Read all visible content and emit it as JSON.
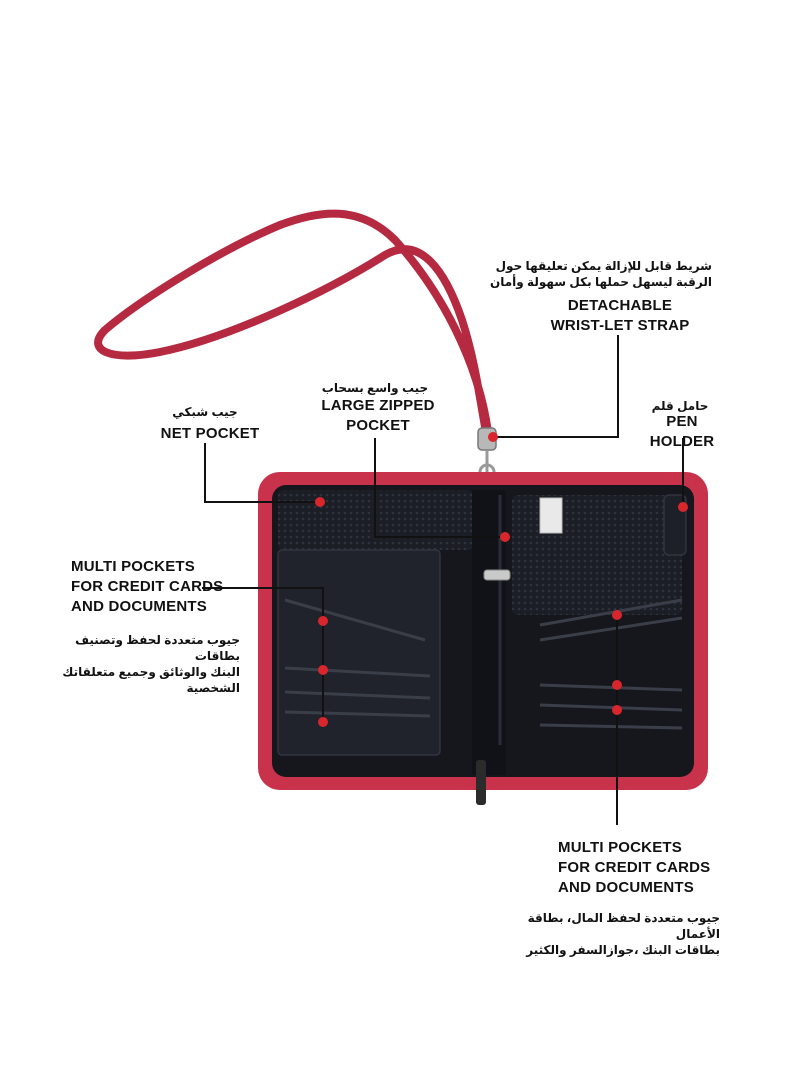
{
  "annotations": {
    "strap": {
      "arabic": "شريط قابل للإزالة  يمكن تعليقها  حول\nالرقبة  ليسهل   حملها بكل سهولة وأمان",
      "english": "DETACHABLE\nWRIST-LET STRAP"
    },
    "zipped_pocket": {
      "arabic": "جيب واسع بسحاب",
      "english": "LARGE ZIPPED\nPOCKET"
    },
    "net_pocket": {
      "arabic": "جيب شبكي",
      "english": "NET POCKET"
    },
    "pen_holder": {
      "arabic": "حامل قلم",
      "english": "PEN HOLDER"
    },
    "multi_pockets_left": {
      "english": "MULTI POCKETS\nFOR CREDIT CARDS\nAND DOCUMENTS",
      "arabic": "جيوب متعددة  لحفظ وتصنيف  بطاقات\nالبنك والوثائق وجميع متعلقاتك الشخصية"
    },
    "multi_pockets_right": {
      "english": "MULTI POCKETS\nFOR CREDIT CARDS\nAND DOCUMENTS",
      "arabic": "جيوب متعددة لحفظ المال، بطاقة الأعمال\nبطاقات البنك ،جوازالسفر والكثير"
    }
  },
  "colors": {
    "wallet_trim": "#c8324a",
    "wallet_interior": "#15171d",
    "marker": "#d8262c",
    "leader_line": "#111111"
  }
}
